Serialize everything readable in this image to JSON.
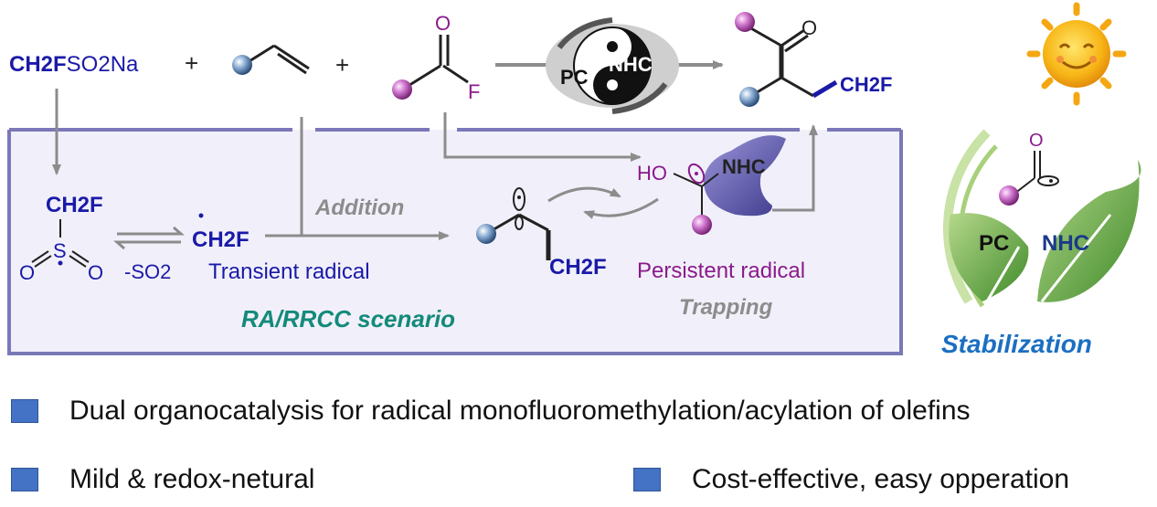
{
  "reaction": {
    "reagent": {
      "bold": "CH2F",
      "rest": "SO2Na"
    },
    "plus": "+",
    "acyl_atom_O": "O",
    "acyl_atom_F": "F",
    "catalyst_pc": "PC",
    "catalyst_nhc": "NHC",
    "product_atom_O": "O",
    "product_group": "CH2F"
  },
  "mechanism": {
    "sulfinyl_group": "CH2F",
    "sulfinyl_S": "S",
    "sulfinyl_O": "O",
    "minus_so2": "-SO2",
    "radical": "CH2F",
    "transient_label": "Transient radical",
    "addition_label": "Addition",
    "adduct_group": "CH2F",
    "persistent_ho": "HO",
    "persistent_nhc": "NHC",
    "persistent_label": "Persistent radical",
    "trapping_label": "Trapping",
    "scenario_label": "RA/RRCC scenario"
  },
  "side_panel": {
    "pc": "PC",
    "nhc": "NHC",
    "acyl_O": "O",
    "stabilization_label": "Stabilization"
  },
  "bullets": [
    {
      "text": "Dual organocatalysis for radical monofluoromethylation/acylation of olefins"
    },
    {
      "text": "Mild & redox-netural"
    },
    {
      "text": "Cost-effective, easy opperation"
    }
  ],
  "colors": {
    "blue": "#1a1aa8",
    "purple": "#8b1a8b",
    "teal": "#138a7a",
    "gray": "#8c8c8c",
    "stabilization": "#1b6fc2",
    "leaf": "#5a9e3a",
    "box_border": "#7b78b8",
    "box_fill": "#f1f0fa",
    "bullet": "#4472c4"
  }
}
